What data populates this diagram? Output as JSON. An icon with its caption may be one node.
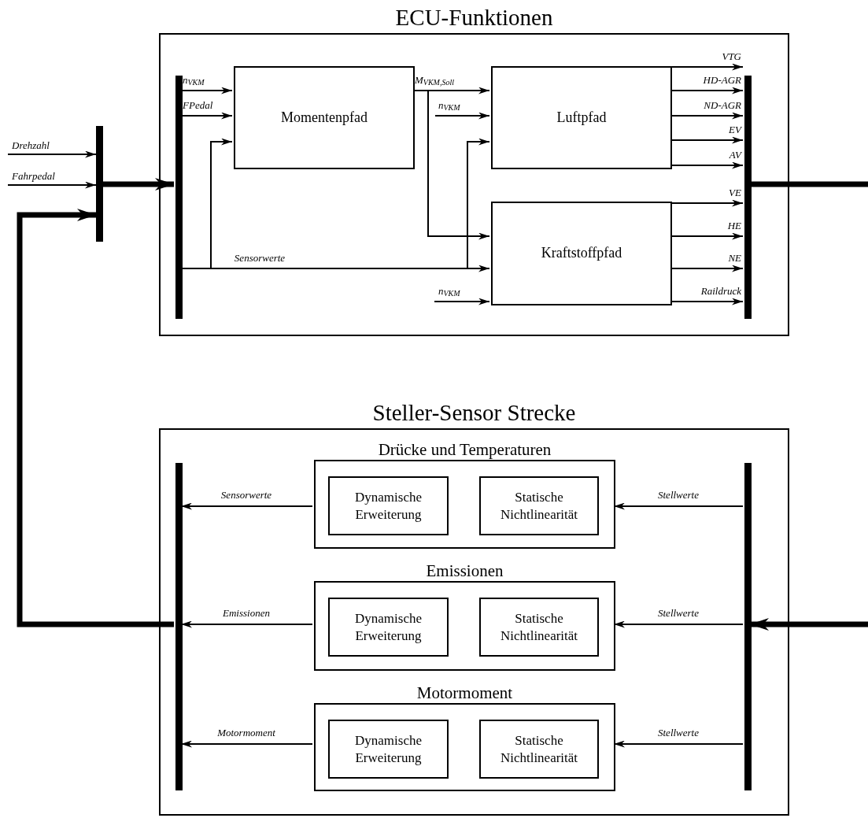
{
  "diagram": {
    "nodes": [
      {
        "text": [
          "ECU-Funktionen"
        ]
      },
      {
        "text": [],
        "shape": "bar"
      },
      {
        "text": [],
        "shape": "bar",
        "in": 0
      },
      {
        "text": [
          "Momentenpfad"
        ],
        "in": 0
      },
      {
        "text": [
          "Luftpfad"
        ],
        "in": 0
      },
      {
        "text": [
          "Kraftstoffpfad"
        ],
        "in": 0
      },
      {
        "text": [],
        "shape": "bar",
        "in": 0
      },
      {
        "text": [
          "Steller-Sensor Strecke"
        ]
      },
      {
        "text": [],
        "shape": "bar",
        "in": 7
      },
      {
        "text": [
          "Drücke und Temperaturen"
        ],
        "in": 7
      },
      {
        "text": [
          "Dynamische Erweiterung"
        ],
        "in": 9
      },
      {
        "text": [
          "Statische Nichtlinearität"
        ],
        "in": 9
      },
      {
        "text": [
          "Emissionen"
        ],
        "in": 7
      },
      {
        "text": [
          "Dynamische Erweiterung"
        ],
        "in": 12
      },
      {
        "text": [
          "Statische Nichtlinearität"
        ],
        "in": 12
      },
      {
        "text": [
          "Motormoment"
        ],
        "in": 7
      },
      {
        "text": [
          "Dynamische Erweiterung"
        ],
        "in": 15
      },
      {
        "text": [
          "Statische Nichtlinearität"
        ],
        "in": 15
      },
      {
        "text": [],
        "shape": "bar",
        "in": 7
      }
    ],
    "edges": [
      {
        "from": null,
        "to": 1,
        "arrow": "to",
        "label": "Drehzahl"
      },
      {
        "from": null,
        "to": 1,
        "arrow": "to",
        "label": "Fahrpedal"
      },
      {
        "from": 1,
        "to": 2,
        "arrow": "to",
        "style": "thick"
      },
      {
        "from": 8,
        "to": 1,
        "arrow": "to",
        "style": "thick"
      },
      {
        "from": 2,
        "to": 3,
        "arrow": "to",
        "label": "n$_{VKM}$"
      },
      {
        "from": 2,
        "to": 3,
        "arrow": "to",
        "label": "FPedal"
      },
      {
        "from": 2,
        "to": 5,
        "arrow": "to",
        "label": "Sensorwerte"
      },
      {
        "from": 2,
        "to": 3,
        "arrow": "to"
      },
      {
        "from": 2,
        "to": 4,
        "arrow": "to"
      },
      {
        "from": 3,
        "to": 4,
        "arrow": "to",
        "label": "M$_{VKM,Soll}$"
      },
      {
        "from": 3,
        "to": 5,
        "arrow": "to"
      },
      {
        "from": null,
        "to": 4,
        "arrow": "to",
        "label": "n$_{VKM}$"
      },
      {
        "from": null,
        "to": 5,
        "arrow": "to",
        "label": "n$_{VKM}$"
      },
      {
        "from": 4,
        "to": 6,
        "arrow": "to",
        "label": "VTG"
      },
      {
        "from": 4,
        "to": 6,
        "arrow": "to",
        "label": "HD-AGR"
      },
      {
        "from": 4,
        "to": 6,
        "arrow": "to",
        "label": "ND-AGR"
      },
      {
        "from": 4,
        "to": 6,
        "arrow": "to",
        "label": "EV"
      },
      {
        "from": 4,
        "to": 6,
        "arrow": "to",
        "label": "AV"
      },
      {
        "from": 5,
        "to": 6,
        "arrow": "to",
        "label": "VE"
      },
      {
        "from": 5,
        "to": 6,
        "arrow": "to",
        "label": "HE"
      },
      {
        "from": 5,
        "to": 6,
        "arrow": "to",
        "label": "NE"
      },
      {
        "from": 5,
        "to": 6,
        "arrow": "to",
        "label": "Raildruck"
      },
      {
        "from": 6,
        "to": null,
        "arrow": "none",
        "style": "thick"
      },
      {
        "from": null,
        "to": 18,
        "arrow": "to",
        "style": "thick"
      },
      {
        "from": 18,
        "to": 9,
        "arrow": "to",
        "label": "Stellwerte"
      },
      {
        "from": 9,
        "to": 8,
        "arrow": "to",
        "label": "Sensorwerte"
      },
      {
        "from": 18,
        "to": 12,
        "arrow": "to",
        "label": "Stellwerte"
      },
      {
        "from": 12,
        "to": 8,
        "arrow": "to",
        "label": "Emissionen"
      },
      {
        "from": 18,
        "to": 15,
        "arrow": "to",
        "label": "Stellwerte"
      },
      {
        "from": 15,
        "to": 8,
        "arrow": "to",
        "label": "Motormoment"
      }
    ]
  }
}
